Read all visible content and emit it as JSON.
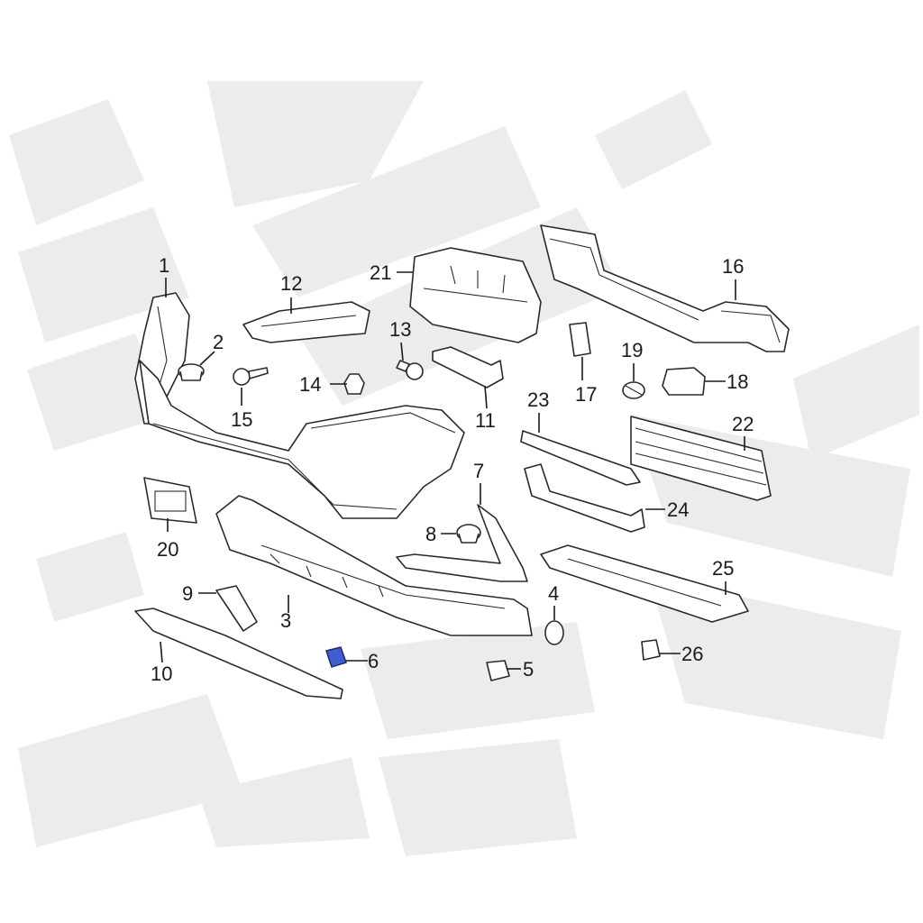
{
  "colors": {
    "highlight": "#3f5fd0",
    "line": "#2a2a2a",
    "watermark": "#ececec"
  },
  "callouts": [
    {
      "id": "c1",
      "text": "1"
    },
    {
      "id": "c2",
      "text": "2"
    },
    {
      "id": "c3",
      "text": "3"
    },
    {
      "id": "c4",
      "text": "4"
    },
    {
      "id": "c5",
      "text": "5"
    },
    {
      "id": "c6",
      "text": "6"
    },
    {
      "id": "c7",
      "text": "7"
    },
    {
      "id": "c8",
      "text": "8"
    },
    {
      "id": "c9",
      "text": "9"
    },
    {
      "id": "c10",
      "text": "10"
    },
    {
      "id": "c11",
      "text": "11"
    },
    {
      "id": "c12",
      "text": "12"
    },
    {
      "id": "c13",
      "text": "13"
    },
    {
      "id": "c14",
      "text": "14"
    },
    {
      "id": "c15",
      "text": "15"
    },
    {
      "id": "c16",
      "text": "16"
    },
    {
      "id": "c17",
      "text": "17"
    },
    {
      "id": "c18",
      "text": "18"
    },
    {
      "id": "c19",
      "text": "19"
    },
    {
      "id": "c20",
      "text": "20"
    },
    {
      "id": "c21",
      "text": "21"
    },
    {
      "id": "c22",
      "text": "22"
    },
    {
      "id": "c23",
      "text": "23"
    },
    {
      "id": "c24",
      "text": "24"
    },
    {
      "id": "c25",
      "text": "25"
    },
    {
      "id": "c26",
      "text": "26"
    }
  ]
}
